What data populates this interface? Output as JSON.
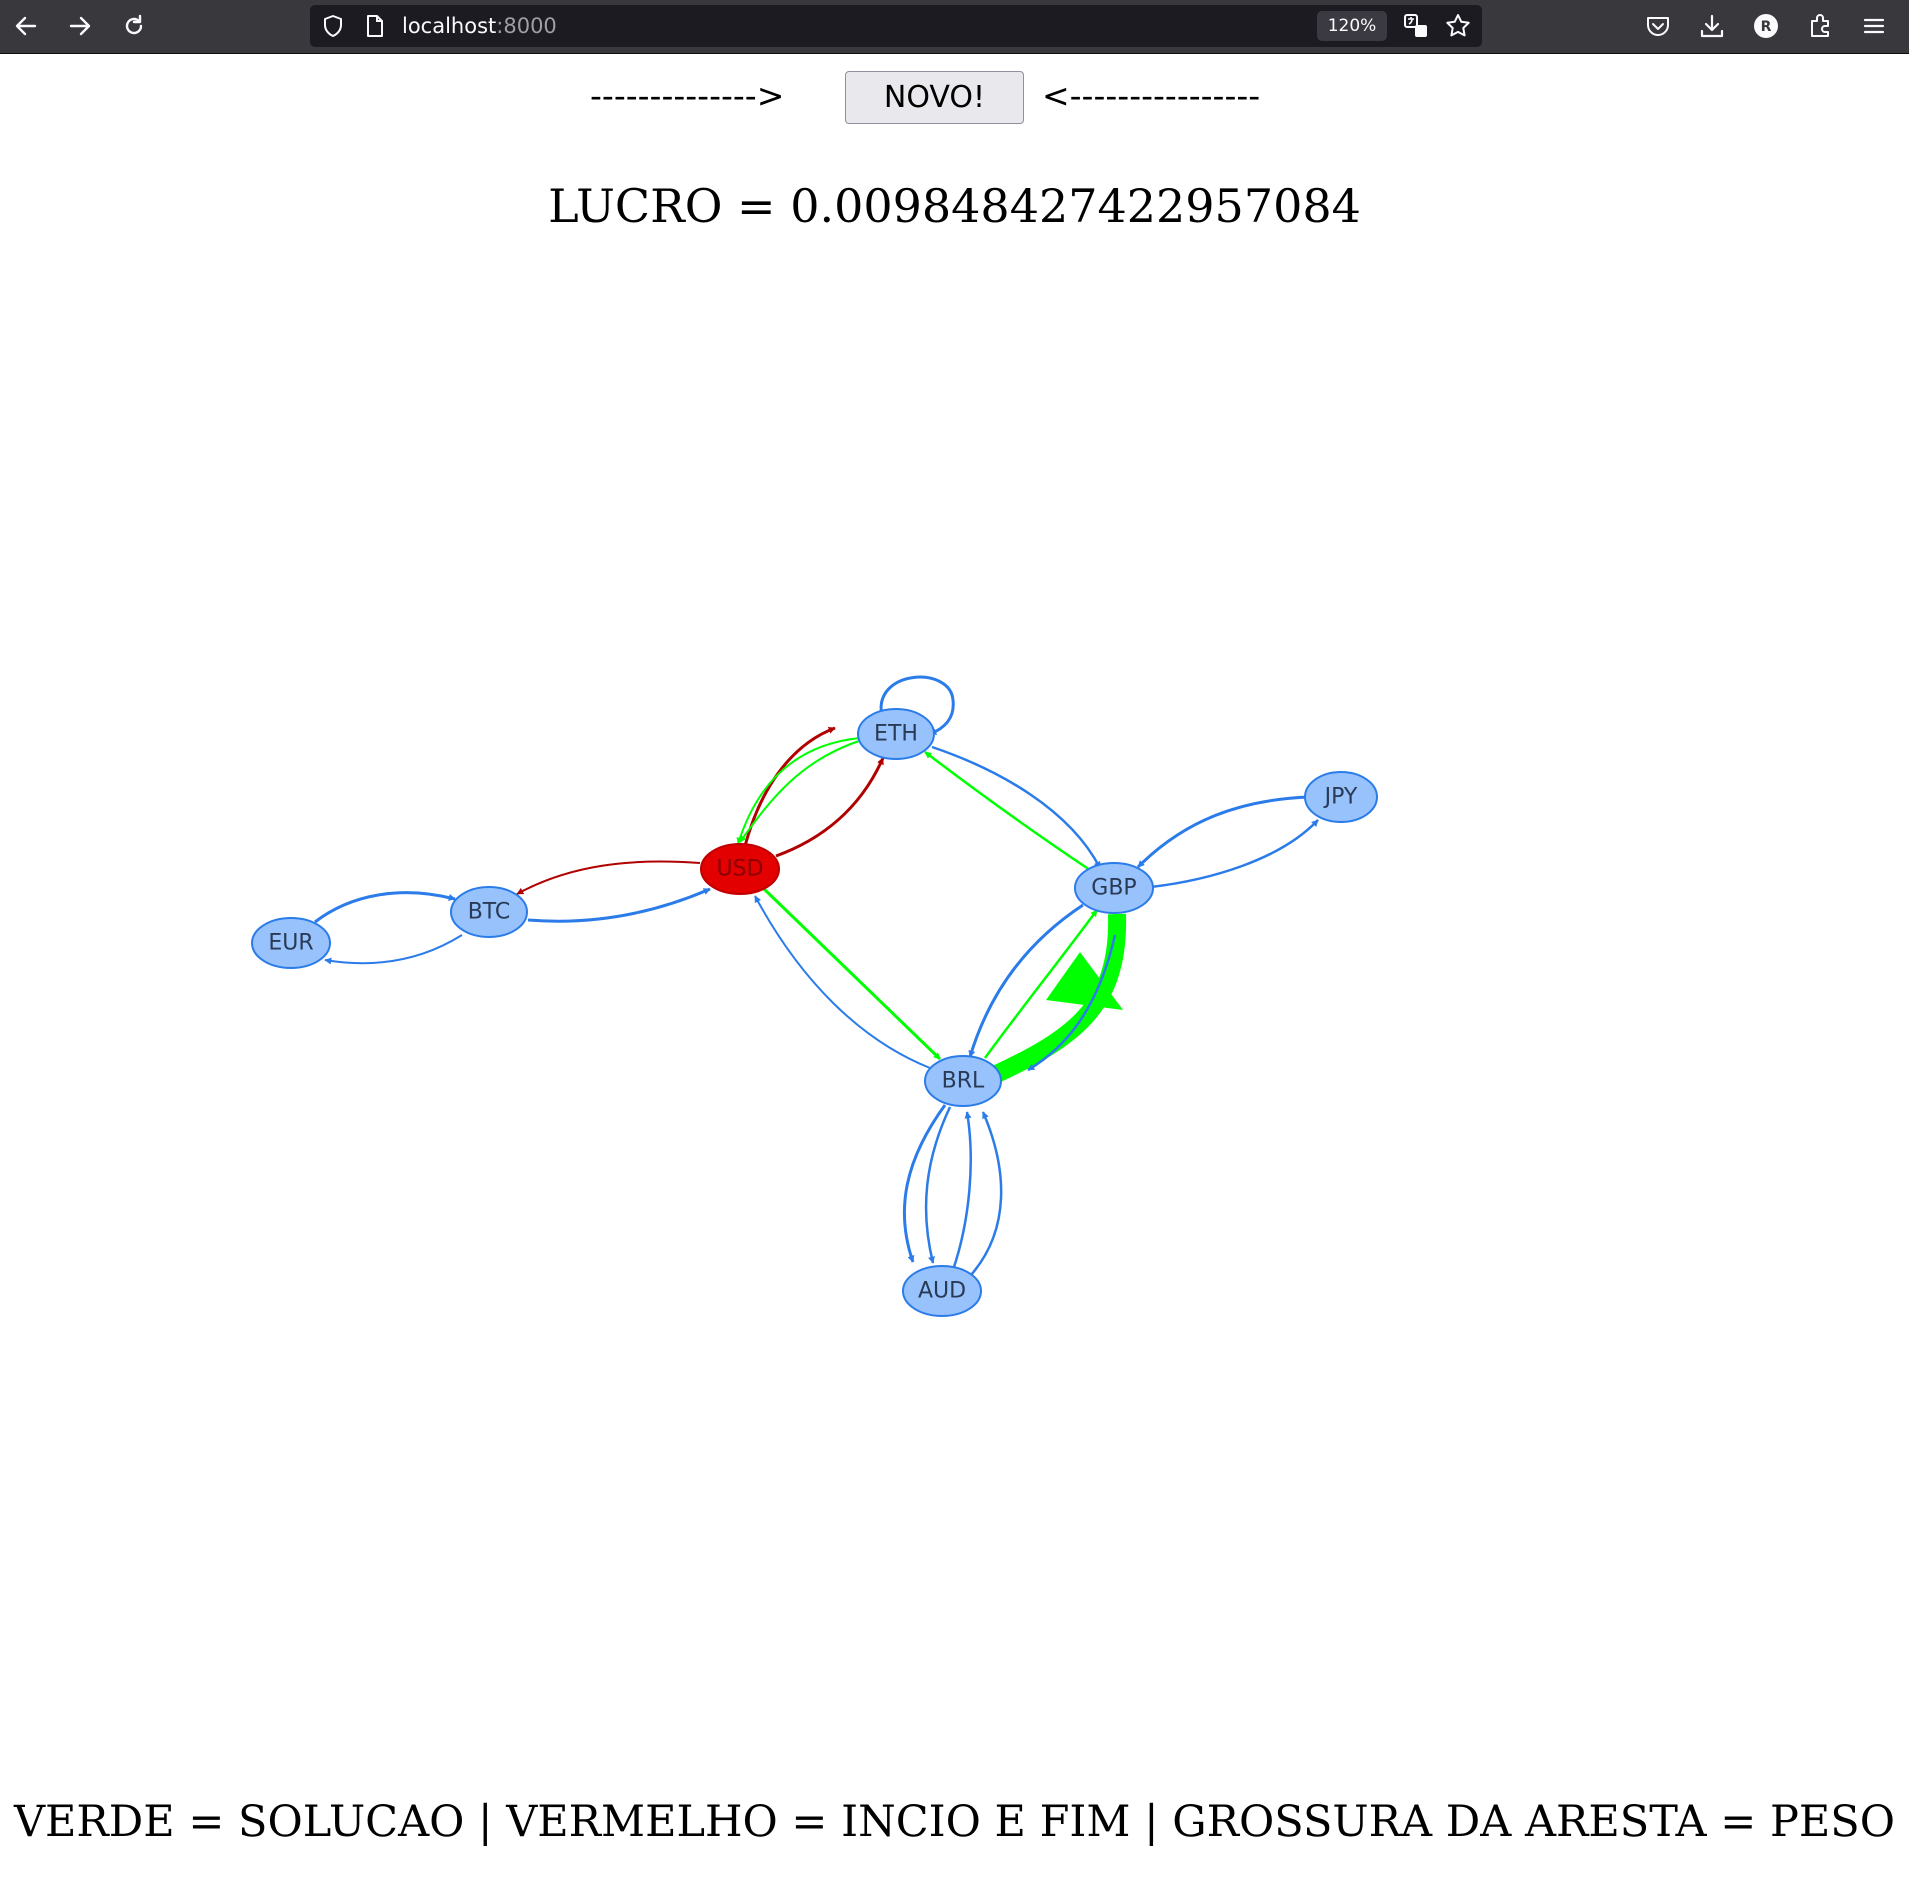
{
  "browser": {
    "url_host": "localhost",
    "url_port": ":8000",
    "zoom": "120%",
    "avatar_letter": "R"
  },
  "page": {
    "arrow_left": "-------------->",
    "button_label": "NOVO!",
    "arrow_right": "<----------------",
    "lucro": "LUCRO = 0.009848427422957084",
    "legend": "VERDE = SOLUCAO | VERMELHO = INCIO E FIM | GROSSURA DA ARESTA = PESO"
  },
  "colors": {
    "node_fill": "#97c2fc",
    "node_border": "#2b7ce9",
    "highlight_node": "#e20000",
    "edge_default": "#2b7ce9",
    "edge_solution": "#00ff00",
    "edge_start_end": "#b00000"
  },
  "graph": {
    "nodes": [
      {
        "id": "ETH",
        "label": "ETH"
      },
      {
        "id": "JPY",
        "label": "JPY"
      },
      {
        "id": "GBP",
        "label": "GBP"
      },
      {
        "id": "USD",
        "label": "USD",
        "highlight": true
      },
      {
        "id": "BTC",
        "label": "BTC"
      },
      {
        "id": "EUR",
        "label": "EUR"
      },
      {
        "id": "BRL",
        "label": "BRL"
      },
      {
        "id": "AUD",
        "label": "AUD"
      }
    ],
    "edges": [
      {
        "from": "ETH",
        "to": "ETH",
        "kind": "default"
      },
      {
        "from": "EUR",
        "to": "BTC",
        "kind": "default"
      },
      {
        "from": "BTC",
        "to": "EUR",
        "kind": "default"
      },
      {
        "from": "BTC",
        "to": "USD",
        "kind": "default"
      },
      {
        "from": "USD",
        "to": "BTC",
        "kind": "start_end"
      },
      {
        "from": "USD",
        "to": "ETH",
        "kind": "start_end"
      },
      {
        "from": "USD",
        "to": "ETH",
        "kind": "start_end"
      },
      {
        "from": "ETH",
        "to": "USD",
        "kind": "solution"
      },
      {
        "from": "ETH",
        "to": "USD",
        "kind": "solution"
      },
      {
        "from": "ETH",
        "to": "GBP",
        "kind": "default"
      },
      {
        "from": "GBP",
        "to": "ETH",
        "kind": "solution"
      },
      {
        "from": "JPY",
        "to": "GBP",
        "kind": "default"
      },
      {
        "from": "GBP",
        "to": "JPY",
        "kind": "default"
      },
      {
        "from": "USD",
        "to": "BRL",
        "kind": "solution"
      },
      {
        "from": "BRL",
        "to": "USD",
        "kind": "default"
      },
      {
        "from": "GBP",
        "to": "BRL",
        "kind": "default"
      },
      {
        "from": "BRL",
        "to": "GBP",
        "kind": "solution"
      },
      {
        "from": "GBP",
        "to": "BRL",
        "kind": "solution",
        "heavy": true
      },
      {
        "from": "BRL",
        "to": "AUD",
        "kind": "default"
      },
      {
        "from": "BRL",
        "to": "AUD",
        "kind": "default"
      },
      {
        "from": "AUD",
        "to": "BRL",
        "kind": "default"
      },
      {
        "from": "AUD",
        "to": "BRL",
        "kind": "default"
      }
    ]
  }
}
